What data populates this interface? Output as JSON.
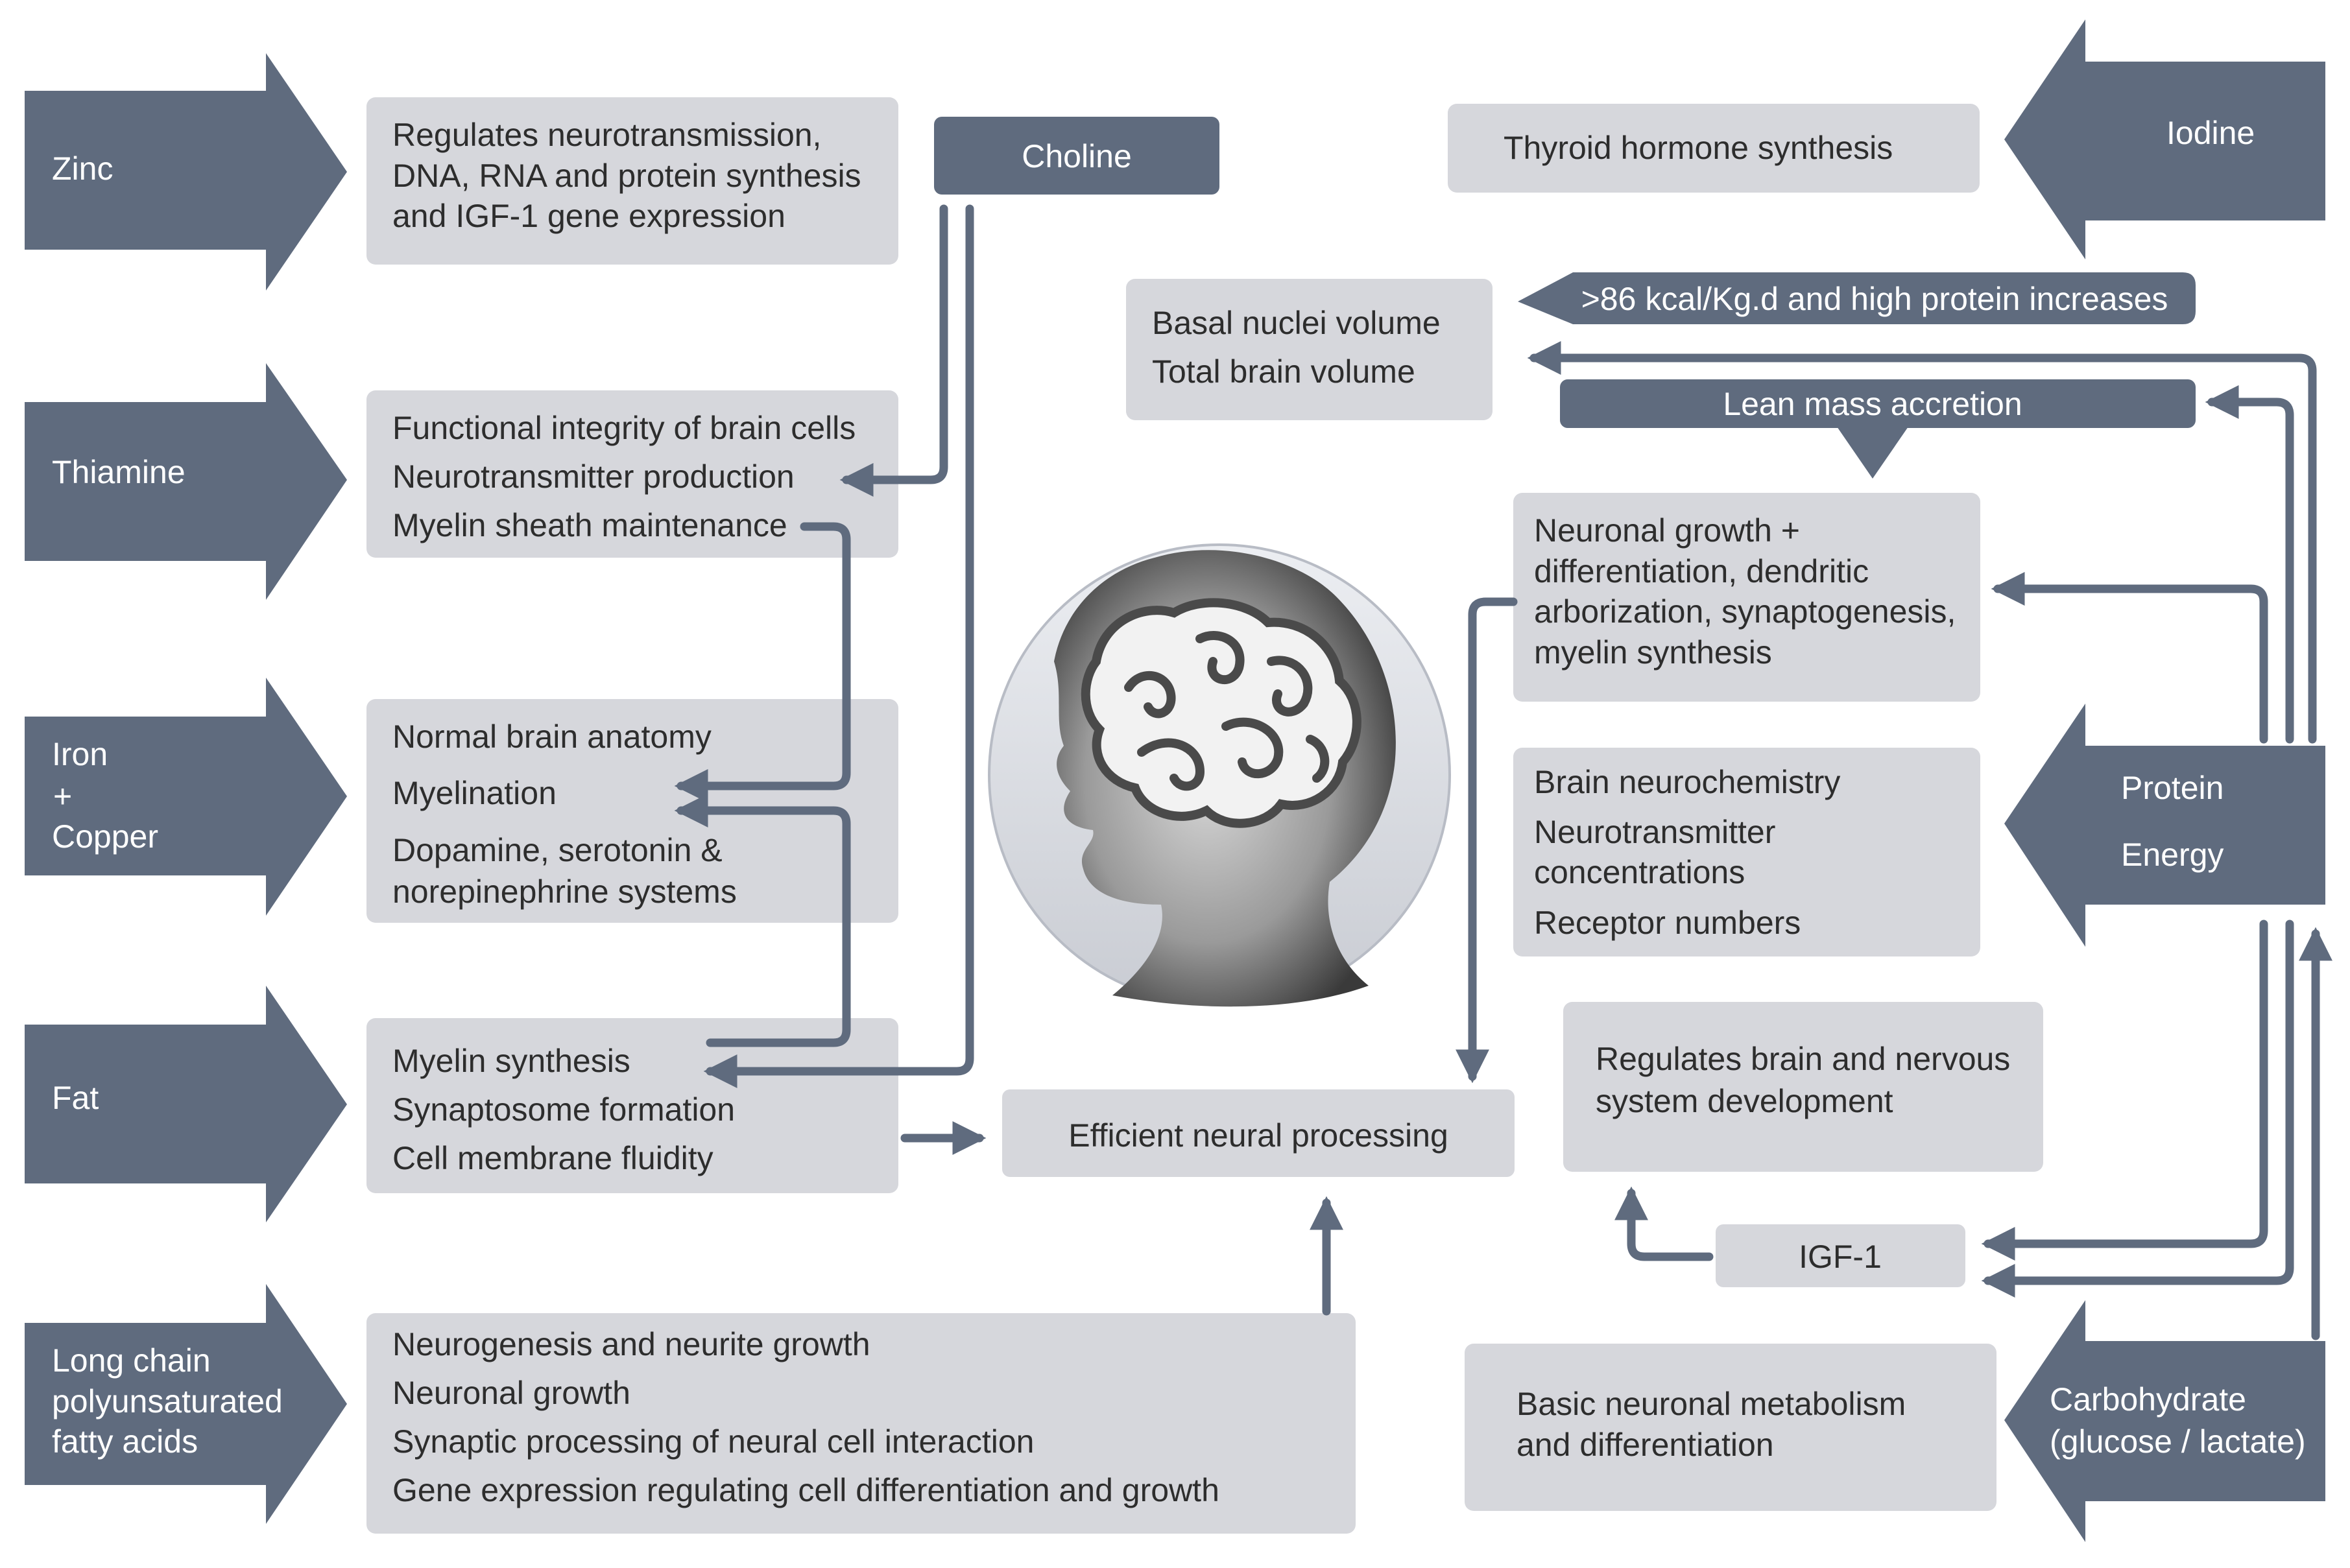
{
  "colors": {
    "arrow_fill": "#5f6b7e",
    "box_fill": "#d6d7dc",
    "connector": "#5f6b7e",
    "text": "#2d2d2d",
    "white_text": "#ffffff"
  },
  "nutrients": {
    "zinc": [
      "Zinc"
    ],
    "thiamine": [
      "Thiamine"
    ],
    "iron_copper": [
      "Iron",
      "+",
      "Copper"
    ],
    "fat": [
      "Fat"
    ],
    "lcpufa": [
      "Long chain",
      "polyunsaturated",
      "fatty acids"
    ],
    "iodine": [
      "Iodine"
    ],
    "protein_energy": [
      "Protein",
      "Energy"
    ],
    "carbohydrate": [
      "Carbohydrate",
      "(glucose / lactate)"
    ]
  },
  "labels": {
    "choline": "Choline",
    "kcal_banner": ">86 kcal/Kg.d and high protein increases",
    "lean_mass": "Lean mass accretion",
    "igf1": "IGF-1",
    "efficient": "Efficient neural processing"
  },
  "effects": {
    "zinc": [
      "Regulates neurotransmission,",
      "DNA, RNA and protein synthesis",
      "and IGF-1 gene expression"
    ],
    "thiamine": [
      "Functional integrity of brain cells",
      "Neurotransmitter production",
      "Myelin sheath maintenance"
    ],
    "iron_copper": [
      "Normal brain anatomy",
      "Myelination",
      "Dopamine, serotonin &",
      "norepinephrine systems"
    ],
    "fat": [
      "Myelin synthesis",
      "Synaptosome formation",
      "Cell membrane fluidity"
    ],
    "lcpufa": [
      "Neurogenesis and neurite growth",
      "Neuronal growth",
      "Synaptic processing of neural cell interaction",
      "Gene expression regulating cell differentiation and growth"
    ],
    "thyroid": [
      "Thyroid hormone synthesis"
    ],
    "volume": [
      "Basal nuclei volume",
      "Total brain volume"
    ],
    "neuronal": [
      "Neuronal growth +",
      "differentiation, dendritic",
      "arborization, synaptogenesis,",
      "myelin synthesis"
    ],
    "neurochem": [
      "Brain neurochemistry",
      "Neurotransmitter",
      "concentrations",
      "Receptor numbers"
    ],
    "regulates": [
      "Regulates brain and nervous",
      "system development"
    ],
    "basic": [
      "Basic neuronal metabolism",
      "and differentiation"
    ]
  }
}
